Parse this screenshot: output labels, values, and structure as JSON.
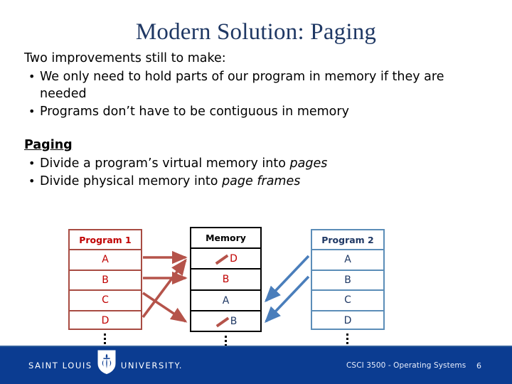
{
  "slide": {
    "title": "Modern Solution: Paging",
    "title_color": "#1F3864"
  },
  "body": {
    "lead_line": "Two improvements still to make:",
    "bullets": [
      "We only need to hold parts of our program in memory if they are needed",
      "Programs don’t have to be contiguous in memory"
    ],
    "bullet_mark": "•",
    "section_heading": "Paging",
    "section_bullets": [
      {
        "pre": "Divide a program’s virtual memory into ",
        "italic": "pages",
        "post": ""
      },
      {
        "pre": "Divide physical memory into ",
        "italic": "page frames",
        "post": ""
      }
    ]
  },
  "diagram": {
    "program1": {
      "header": "Program 1",
      "rows": [
        "A",
        "B",
        "C",
        "D"
      ],
      "border_color": "#A84B42",
      "text_color": "#C00000",
      "ellipsis": "⋮"
    },
    "memory": {
      "header": "Memory",
      "rows": [
        {
          "label": "D",
          "color": "#C00000",
          "crossed": true
        },
        {
          "label": "B",
          "color": "#C00000",
          "crossed": false
        },
        {
          "label": "A",
          "color": "#1F3864",
          "crossed": false
        },
        {
          "label": "B",
          "color": "#1F3864",
          "crossed": true
        }
      ],
      "border_color": "#000000",
      "ellipsis": "⋮"
    },
    "program2": {
      "header": "Program 2",
      "rows": [
        "A",
        "B",
        "C",
        "D"
      ],
      "border_color": "#5B8DB8",
      "text_color": "#1F3864",
      "ellipsis": "⋮"
    },
    "arrows": {
      "red_color": "#B5534A",
      "blue_color": "#4A7EBB",
      "red_mappings": [
        {
          "from": "A",
          "to": "memory-row-1"
        },
        {
          "from": "B",
          "to": "memory-row-2"
        },
        {
          "from": "C",
          "to": "memory-row-4"
        },
        {
          "from": "D",
          "to": "memory-row-1"
        }
      ],
      "blue_mappings": [
        {
          "from": "A",
          "to": "memory-row-3"
        },
        {
          "from": "B",
          "to": "memory-row-4"
        }
      ]
    }
  },
  "footer": {
    "logo_left": "SAINT LOUIS",
    "logo_right": "UNIVERSITY.",
    "course": "CSCI 3500 - Operating Systems",
    "page_number": "6",
    "bar_color": "#0B3C91"
  }
}
